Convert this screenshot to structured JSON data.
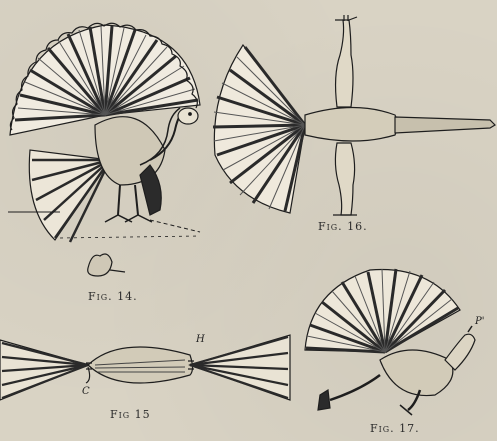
{
  "figures": {
    "fig14": {
      "caption": "Fig. 14."
    },
    "fig15": {
      "caption": "Fig 15",
      "label_h": "H",
      "label_c": "C"
    },
    "fig16": {
      "caption": "Fig. 16."
    },
    "fig17": {
      "caption": "Fig. 17.",
      "label_p": "P'"
    }
  }
}
